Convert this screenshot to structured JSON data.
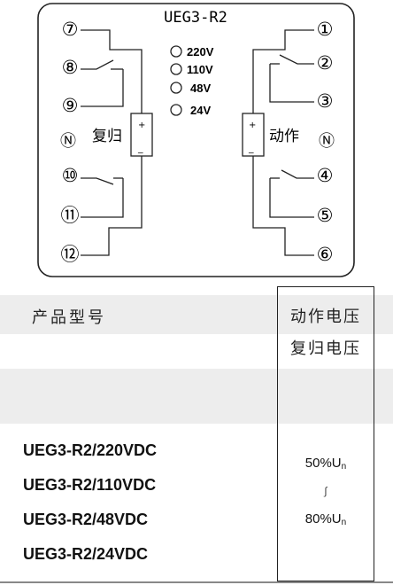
{
  "diagram": {
    "model_title": "UEG3-R2",
    "voltages": [
      "220V",
      "110V",
      "48V",
      "24V"
    ],
    "terminals": {
      "t1": "①",
      "t2": "②",
      "t3": "③",
      "t4": "④",
      "t5": "⑤",
      "t6": "⑥",
      "t7": "⑦",
      "t8": "⑧",
      "t9": "⑨",
      "t10": "⑩",
      "t11": "⑪",
      "t12": "⑫",
      "n_left": "Ⓝ",
      "n_right": "Ⓝ"
    },
    "reset_label": "复归",
    "operate_label": "动作",
    "coil_plus": "+",
    "coil_minus": "_"
  },
  "spec_table": {
    "header_left": "产品型号",
    "header_right_1": "动作电压",
    "header_right_2": "复归电压",
    "models": [
      "UEG3-R2/220VDC",
      "UEG3-R2/110VDC",
      "UEG3-R2/48VDC",
      "UEG3-R2/24VDC"
    ],
    "value_low": "50%U",
    "value_low_sub": "n",
    "value_range_symbol": "∫",
    "value_high": "80%U",
    "value_high_sub": "n"
  }
}
